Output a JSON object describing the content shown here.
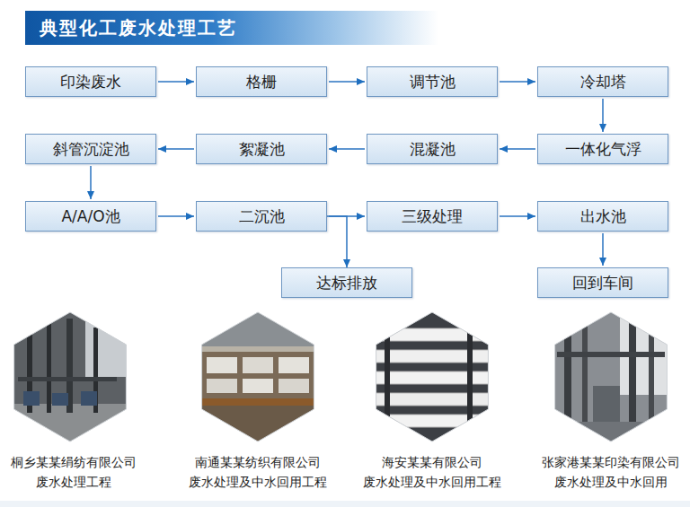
{
  "diagram": {
    "title": "典型化工废水处理工艺",
    "nodes": [
      {
        "text": [
          "印染废水"
        ]
      },
      {
        "text": [
          "格栅"
        ]
      },
      {
        "text": [
          "调节池"
        ]
      },
      {
        "text": [
          "冷却塔"
        ]
      },
      {
        "text": [
          "斜管沉淀池"
        ]
      },
      {
        "text": [
          "絮凝池"
        ]
      },
      {
        "text": [
          "混凝池"
        ]
      },
      {
        "text": [
          "一体化气浮"
        ]
      },
      {
        "text": [
          "A/A/O池"
        ]
      },
      {
        "text": [
          "二沉池"
        ]
      },
      {
        "text": [
          "三级处理"
        ]
      },
      {
        "text": [
          "出水池"
        ]
      },
      {
        "text": [
          "达标排放"
        ]
      },
      {
        "text": [
          "回到车间"
        ]
      }
    ],
    "edges": [
      {
        "from": 0,
        "to": 1,
        "arrow": "to"
      },
      {
        "from": 1,
        "to": 2,
        "arrow": "to"
      },
      {
        "from": 2,
        "to": 3,
        "arrow": "to"
      },
      {
        "from": 3,
        "to": 7,
        "arrow": "to"
      },
      {
        "from": 7,
        "to": 6,
        "arrow": "to"
      },
      {
        "from": 6,
        "to": 5,
        "arrow": "to"
      },
      {
        "from": 5,
        "to": 4,
        "arrow": "to"
      },
      {
        "from": 4,
        "to": 8,
        "arrow": "to"
      },
      {
        "from": 8,
        "to": 9,
        "arrow": "to"
      },
      {
        "from": 9,
        "to": 10,
        "arrow": "to"
      },
      {
        "from": 10,
        "to": 11,
        "arrow": "to"
      },
      {
        "from": 9,
        "to": 12,
        "arrow": "to"
      },
      {
        "from": 11,
        "to": 13,
        "arrow": "to"
      }
    ],
    "labels": [
      "桐乡某某绢纺有限公司",
      "废水处理工程",
      "南通某某纺织有限公司",
      "废水处理及中水回用工程",
      "海安某某有限公司",
      "废水处理及中水回用工程",
      "张家港某某印染有限公司",
      "废水处理及中水回用"
    ]
  }
}
